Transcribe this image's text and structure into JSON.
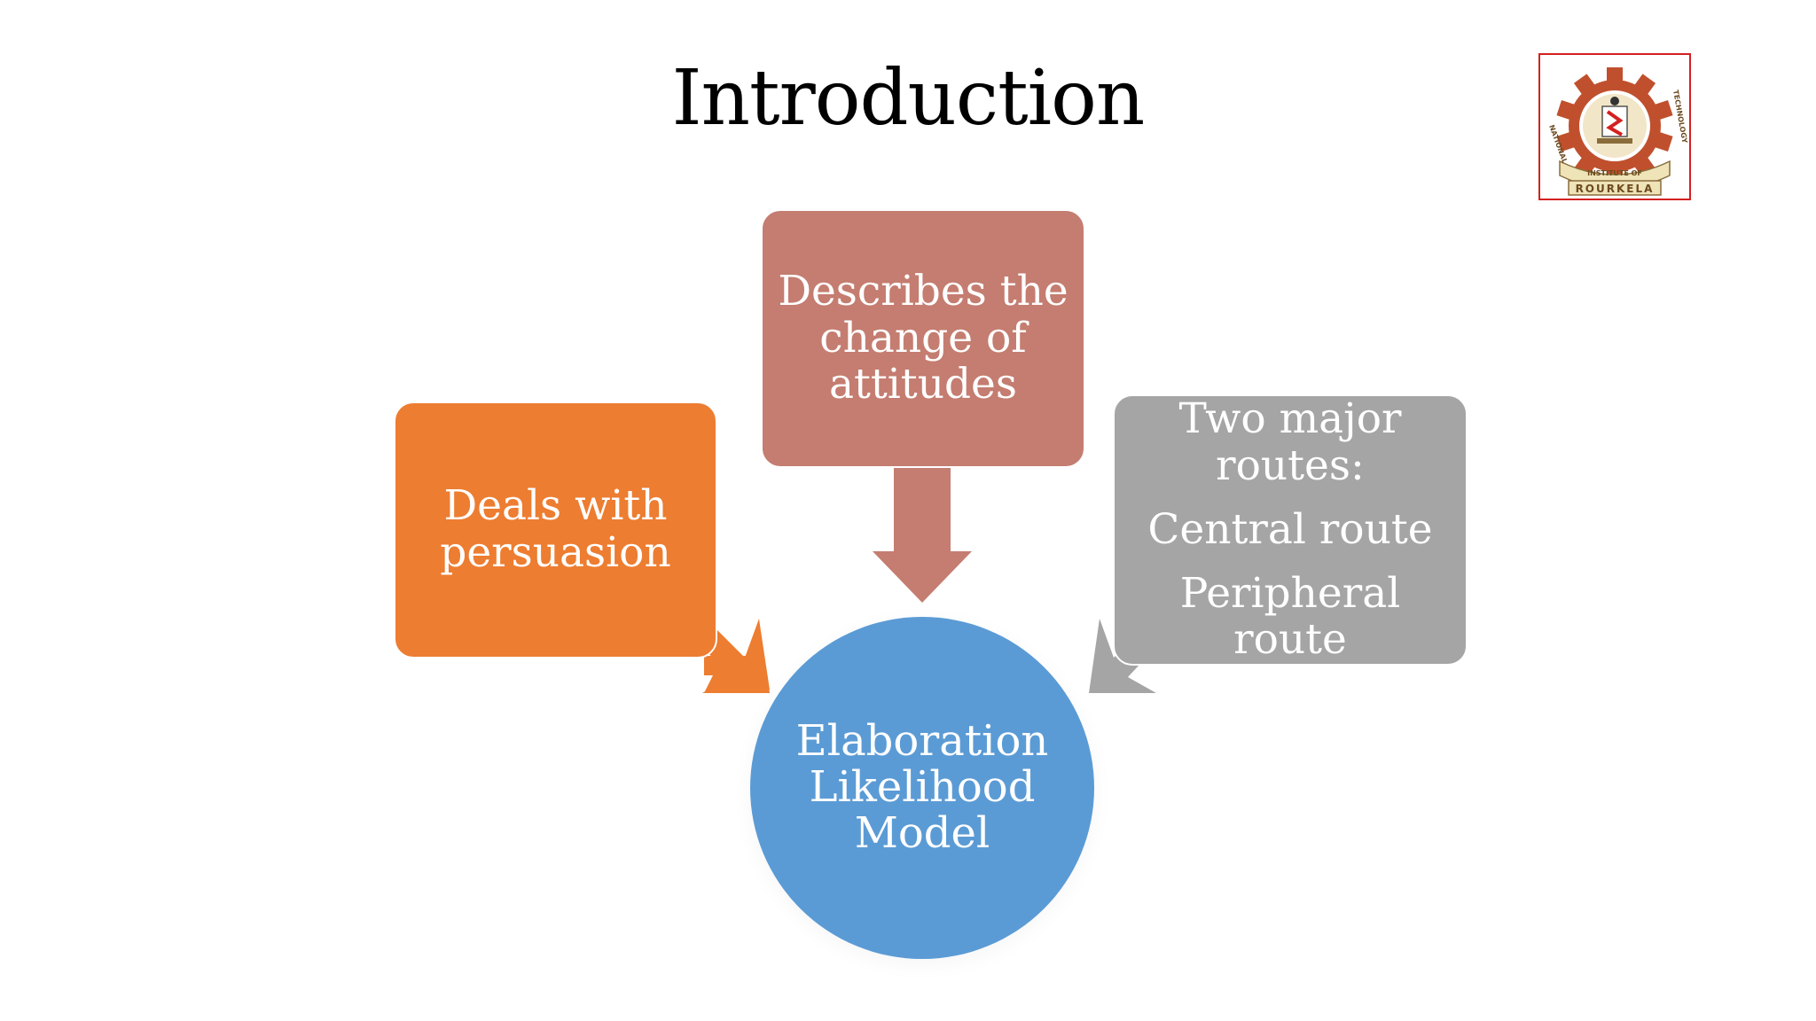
{
  "slide": {
    "title": "Introduction"
  },
  "logo": {
    "text_top_left": "NATIONAL",
    "text_top_right": "TECHNOLOGY",
    "text_middle": "INSTITUTE OF",
    "text_bottom": "ROURKELA"
  },
  "diagram": {
    "center": {
      "lines": [
        "Elaboration",
        "Likelihood",
        "Model"
      ],
      "color": "#5b9bd5"
    },
    "left_box": {
      "lines": [
        "Deals with",
        "persuasion"
      ],
      "color": "#ed7d31"
    },
    "top_box": {
      "lines": [
        "Describes the",
        "change of",
        "attitudes"
      ],
      "color": "#c47d70"
    },
    "right_box": {
      "heading_lines": [
        "Two major",
        "routes:"
      ],
      "route_1": "Central route",
      "route_2_lines": [
        "Peripheral",
        "route"
      ],
      "color": "#a5a5a5"
    }
  }
}
